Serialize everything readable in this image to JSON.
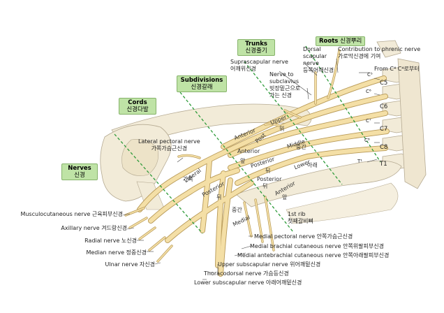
{
  "boxes": {
    "roots": {
      "en": "Roots",
      "ko": "신경뿌리"
    },
    "trunks": {
      "en": "Trunks",
      "ko": "신경줄기"
    },
    "subdivisions": {
      "en": "Subdivisions",
      "ko": "신경갈래"
    },
    "cords": {
      "en": "Cords",
      "ko": "신경다발"
    },
    "nerves": {
      "en": "Nerves",
      "ko": "신경"
    }
  },
  "top_labels": {
    "dorsal_scapular": [
      "Dorsal",
      "scapular",
      "nerve",
      "등쪽어깨신경"
    ],
    "phrenic": [
      "Contribution to phrenic nerve",
      "가로막신경에 기여"
    ],
    "from_c4": "From C⁴ C⁴로부터",
    "suprascapular": [
      "Suprascapular nerve",
      "어깨위신경"
    ],
    "subclavius": [
      "Nerve to",
      "subclavius",
      "빗장밑근으로",
      "가는 신경"
    ],
    "lateral_pectoral": [
      "Lateral pectoral nerve",
      "가쪽가슴근신경"
    ]
  },
  "roots": [
    "C⁵",
    "C5",
    "C⁶",
    "C6",
    "C⁷",
    "C7",
    "C⁸",
    "C8",
    "T¹",
    "T1"
  ],
  "first_rib": [
    "1st rib",
    "첫째갈비뼈"
  ],
  "segment_labels": {
    "upper": [
      "Upper",
      "위"
    ],
    "middle": [
      "Middle",
      "중간"
    ],
    "lower": [
      "Lower",
      "아래"
    ],
    "anterior1": "Anterior",
    "anterior2": [
      "Anterior",
      "앞"
    ],
    "anterior3": [
      "Anterior",
      "앞"
    ],
    "posterior1": "Post",
    "posterior2": [
      "Posterior",
      "뒤"
    ],
    "posterior3": [
      "Posterior",
      "뒤"
    ],
    "lateral_cord": [
      "Lateral",
      "가쪽"
    ],
    "posterior_cord": [
      "Posterior",
      "뒤"
    ],
    "medial_cord": [
      "Medial",
      "중간"
    ]
  },
  "left_nerves": [
    "Musculocutaneous nerve 근육피부신경",
    "Axillary nerve 겨드랑신경",
    "Radial nerve 노신경",
    "Median nerve 정중신경",
    "Ulnar nerve 자신경"
  ],
  "bottom_nerves": [
    "Medial pectoral nerve 안쪽가슴근신경",
    "Medial brachial cutaneous nerve 안쪽위팔피부신경",
    "Medial antebrachial cutaneous nerve 안쪽아래팔피부신경",
    "Upper subscapular nerve 위어깨밑신경",
    "Thoracodorsal nerve 가슴등신경",
    "Lower subscapular nerve 아래어깨밑신경"
  ],
  "colors": {
    "nerve": "#f4dfa6",
    "nerve_edge": "#b89a58",
    "bone": "#f2ebd8",
    "bone_edge": "#b5aa92",
    "box_fill": "#bfe3a6",
    "dash": "#2e9b3a"
  }
}
